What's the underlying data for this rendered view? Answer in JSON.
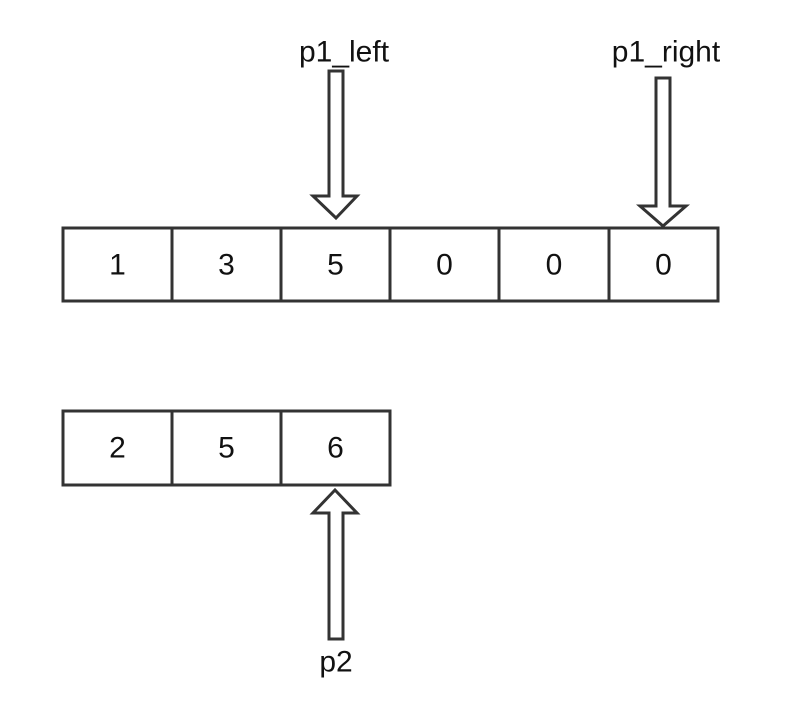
{
  "arrays": {
    "nums1": {
      "values": [
        "1",
        "3",
        "5",
        "0",
        "0",
        "0"
      ]
    },
    "nums2": {
      "values": [
        "2",
        "5",
        "6"
      ]
    }
  },
  "pointers": {
    "p1_left": {
      "label": "p1_left",
      "array": "nums1",
      "index": 2
    },
    "p1_right": {
      "label": "p1_right",
      "array": "nums1",
      "index": 5
    },
    "p2": {
      "label": "p2",
      "array": "nums2",
      "index": 2
    }
  },
  "colors": {
    "stroke": "#333333",
    "text": "#111111",
    "background": "#ffffff"
  }
}
